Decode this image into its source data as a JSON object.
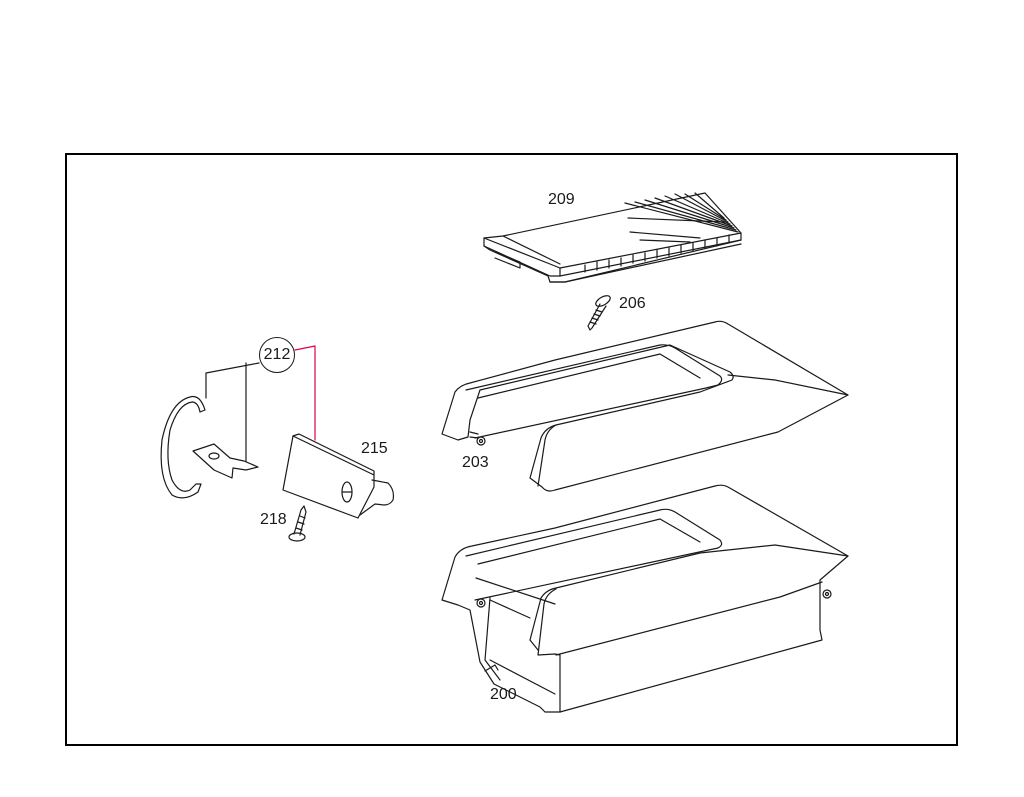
{
  "diagram": {
    "type": "exploded-parts-illustration",
    "subject": "armrest / center console storage compartment",
    "line_color": "#1a1a1a",
    "accent_color": "#e0004d",
    "parts": [
      {
        "id": "p209",
        "number": "209",
        "description": "roller cover / tambour lid"
      },
      {
        "id": "p206",
        "number": "206",
        "description": "screw"
      },
      {
        "id": "p212",
        "number": "212",
        "description": "lock set (circled group)"
      },
      {
        "id": "p215",
        "number": "215",
        "description": "lock cylinder housing"
      },
      {
        "id": "p218",
        "number": "218",
        "description": "screw"
      },
      {
        "id": "p203",
        "number": "203",
        "description": "armrest lid"
      },
      {
        "id": "p200",
        "number": "200",
        "description": "storage compartment"
      }
    ]
  }
}
